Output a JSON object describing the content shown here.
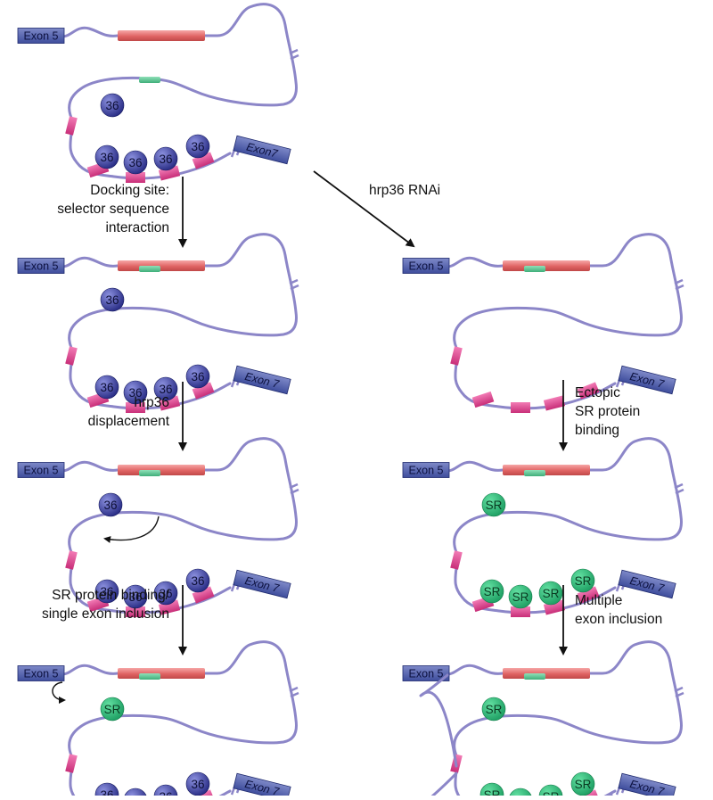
{
  "labels": {
    "exon_left": "Exon 5",
    "exon_right_top": "Exon7",
    "exon_right": "Exon 7",
    "hrp36": "36",
    "sr": "SR"
  },
  "steps": {
    "docking": "Docking site:\nselector sequence\ninteraction",
    "rnai": "hrp36 RNAi",
    "displacement": "hrp36\ndisplacement",
    "sr_single": "SR protein binding/\nsingle exon inclusion",
    "ectopic": "Ectopic\nSR protein\nbinding",
    "multiple": "Multiple\nexon inclusion"
  },
  "colors": {
    "rna": "#8c86c8",
    "exon_fill": "#3e4d9c",
    "exon_light": "#7e89c8",
    "selector": "#e06464",
    "docking": "#3fae7a",
    "exon_cassette": "#e0458f",
    "hrp36": "#2a2e86",
    "sr": "#1fa064"
  }
}
